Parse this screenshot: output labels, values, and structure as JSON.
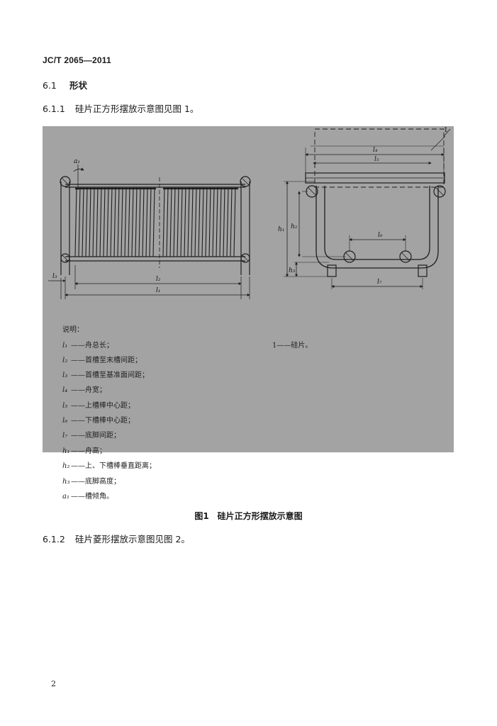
{
  "header": {
    "standard_code": "JC/T 2065—2011"
  },
  "sections": [
    {
      "number": "6.1",
      "title": "形状"
    },
    {
      "number": "6.1.1",
      "text": "硅片正方形摆放示意图见图 1。"
    },
    {
      "number": "6.1.2",
      "text": "硅片菱形摆放示意图见图 2。"
    }
  ],
  "figure": {
    "labels": {
      "a1": "a₁",
      "l1": "l₁",
      "l2": "l₂",
      "l3": "l₃",
      "l4": "l₄",
      "l5": "l₅",
      "l6": "l₆",
      "l7": "l₇",
      "h1": "h₁",
      "h2": "h₂",
      "h3": "h₃",
      "callout_1": "1"
    },
    "legend_title": "说明：",
    "legend": [
      {
        "symbol": "l₁",
        "desc": "——舟总长；"
      },
      {
        "symbol": "l₂",
        "desc": "——首槽至末槽间距；"
      },
      {
        "symbol": "l₃",
        "desc": "——首槽至基准面间距；"
      },
      {
        "symbol": "l₄",
        "desc": "——舟宽；"
      },
      {
        "symbol": "l₅",
        "desc": "——上槽棒中心距；"
      },
      {
        "symbol": "l₆",
        "desc": "——下槽棒中心距；"
      },
      {
        "symbol": "l₇",
        "desc": "——底脚间距；"
      },
      {
        "symbol": "h₁",
        "desc": "——舟高；"
      },
      {
        "symbol": "h₂",
        "desc": "——上、下槽棒垂直距离；"
      },
      {
        "symbol": "h₃",
        "desc": "——底脚高度；"
      },
      {
        "symbol": "a₁",
        "desc": "——槽倾角。"
      }
    ],
    "legend_right": "1——硅片。",
    "caption": "图1　硅片正方形摆放示意图"
  },
  "footer": {
    "page_number": "2"
  },
  "colors": {
    "figure_bg": "#a3a3a3",
    "line": "#1e1e1e"
  }
}
